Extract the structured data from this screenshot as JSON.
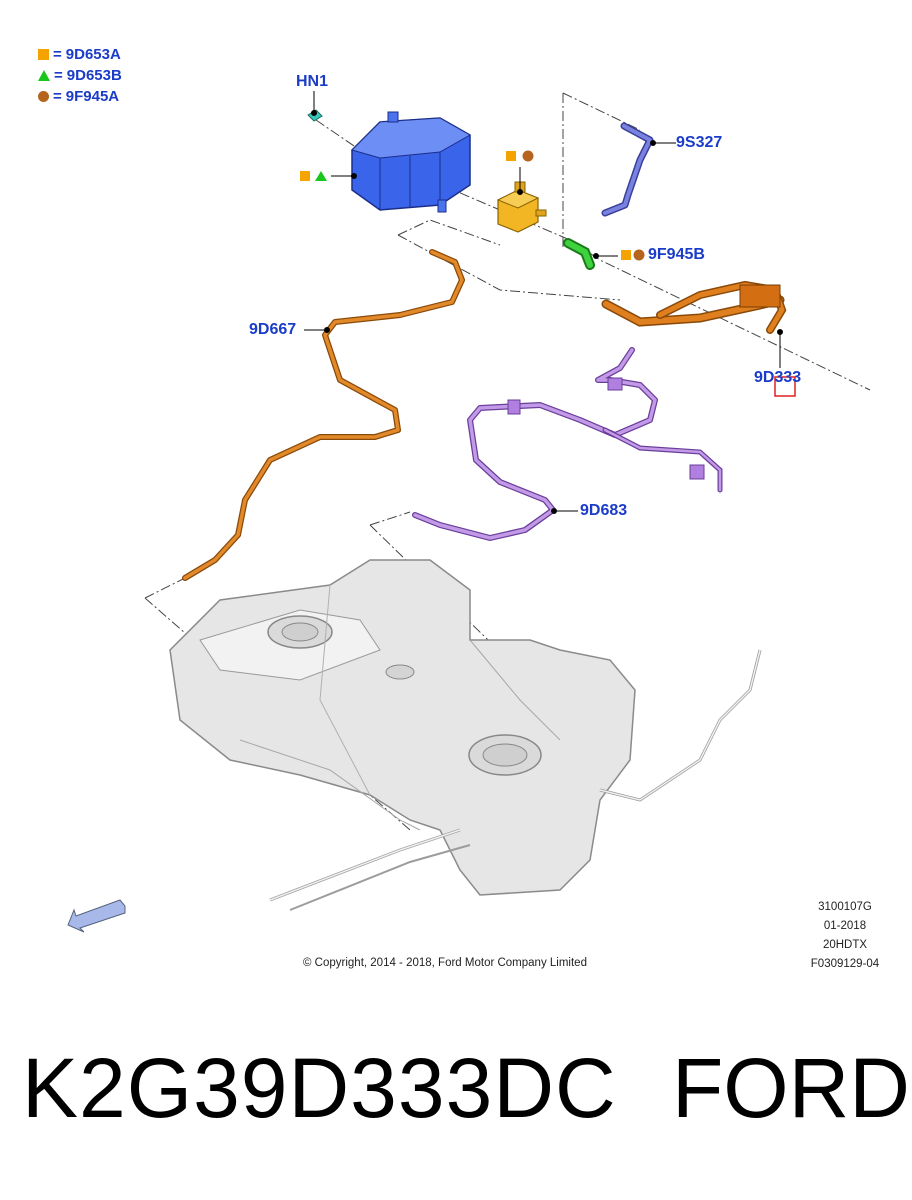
{
  "legend": [
    {
      "shape": "square",
      "color": "#f5a300",
      "eq": "=",
      "code": "9D653A"
    },
    {
      "shape": "triangle",
      "color": "#19c61b",
      "eq": "=",
      "code": "9D653B"
    },
    {
      "shape": "circle",
      "color": "#b5651d",
      "eq": "=",
      "code": "9F945A"
    }
  ],
  "callouts": {
    "hn1": "HN1",
    "s9s327": "9S327",
    "f9f945b": "9F945B",
    "d9d667": "9D667",
    "d9d333": "9D333",
    "d9d683": "9D683"
  },
  "meta": {
    "line1": "3100107G",
    "line2": "01-2018",
    "line3": "20HDTX",
    "line4": "F0309129-04"
  },
  "copyright": "© Copyright, 2014 - 2018, Ford Motor Company Limited",
  "part_number": "K2G39D333DC",
  "brand": "FORD",
  "colors": {
    "label_blue": "#1a3cc8",
    "canister_blue": "#3b62e6",
    "valve_yellow": "#f0b323",
    "connector_green": "#2fbf2f",
    "hose_orange": "#d07a1a",
    "hose_purple": "#b27fdc",
    "hose_blue": "#6f78d8",
    "highlight_red": "#e02020",
    "tank_grey": "#e4e4e4"
  }
}
